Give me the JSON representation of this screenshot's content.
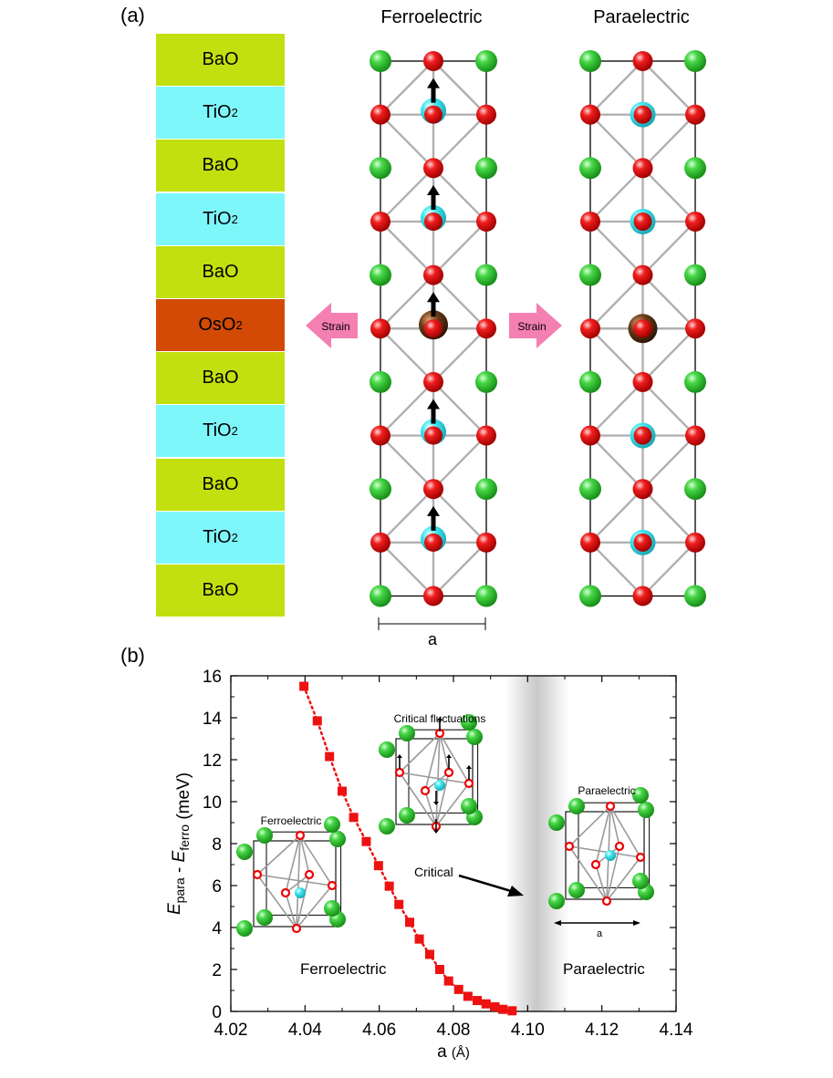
{
  "panel_a": {
    "label": "(a)",
    "layers": [
      "BaO",
      "TiO2",
      "BaO",
      "TiO2",
      "BaO",
      "OsO2",
      "BaO",
      "TiO2",
      "BaO",
      "TiO2",
      "BaO"
    ],
    "layer_colors": {
      "BaO": "#c2e00f",
      "TiO2": "#7ef7fb",
      "OsO2": "#d24a05"
    },
    "ferroelectric_title": "Ferroelectric",
    "paraelectric_title": "Paraelectric",
    "strain_left": "Strain",
    "strain_right": "Strain",
    "lattice_label": "a",
    "colors": {
      "barium": "#2fc82f",
      "oxygen": "#ee1111",
      "titanium": "#3ee8f0",
      "osmium": "#6b3a18",
      "arrow": "#f47fb2"
    }
  },
  "panel_b": {
    "label": "(b)",
    "insets": {
      "ferro_title": "Ferroelectric",
      "critical_title": "Critical fluctuations",
      "para_title": "Paraelectric",
      "para_scale": "a"
    },
    "region_labels": {
      "ferro": "Ferroelectric",
      "para": "Paraelectric",
      "critical": "Critical"
    }
  },
  "chart_data": {
    "type": "scatter",
    "title": "",
    "xlabel": "a (Å)",
    "ylabel": "E_para - E_ferro (meV)",
    "ylabel_parts": [
      "E",
      "para",
      " - ",
      "E",
      "ferro",
      " (meV)"
    ],
    "xlim": [
      4.02,
      4.14
    ],
    "ylim": [
      0,
      16
    ],
    "xticks": [
      "4.02",
      "4.04",
      "4.06",
      "4.08",
      "4.10",
      "4.12",
      "4.14"
    ],
    "yticks": [
      "0",
      "2",
      "4",
      "6",
      "8",
      "10",
      "12",
      "14",
      "16"
    ],
    "critical_band": [
      4.094,
      4.111
    ],
    "series": [
      {
        "color": "#ee1111",
        "x": [
          4.0397,
          4.0433,
          4.0466,
          4.05,
          4.0531,
          4.0565,
          4.0598,
          4.0627,
          4.0653,
          4.0682,
          4.0708,
          4.0736,
          4.0763,
          4.0787,
          4.0814,
          4.0839,
          4.0864,
          4.0888,
          4.0912,
          4.0933,
          4.0958
        ],
        "y": [
          15.5,
          13.85,
          12.15,
          10.5,
          9.25,
          8.1,
          6.95,
          5.97,
          5.1,
          4.25,
          3.45,
          2.72,
          2.0,
          1.45,
          1.05,
          0.72,
          0.52,
          0.36,
          0.22,
          0.1,
          0.03
        ]
      }
    ],
    "grid": false
  }
}
